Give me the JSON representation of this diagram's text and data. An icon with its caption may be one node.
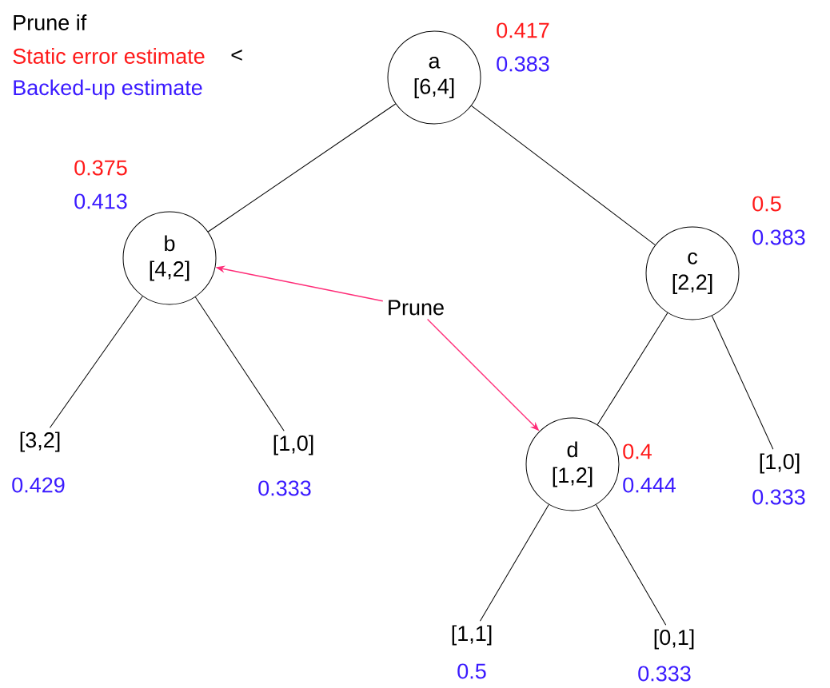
{
  "diagram": {
    "nodes": [
      {
        "text": [
          "a",
          "[6,4]"
        ],
        "beside": [
          "0.417",
          "0.383"
        ]
      },
      {
        "text": [
          "b",
          "[4,2]"
        ],
        "beside": [
          "0.375",
          "0.413"
        ]
      },
      {
        "text": [
          "c",
          "[2,2]"
        ],
        "beside": [
          "0.5",
          "0.383"
        ]
      },
      {
        "text": [
          "[3,2]"
        ],
        "beside": [
          "0.429"
        ]
      },
      {
        "text": [
          "[1,0]"
        ],
        "beside": [
          "0.333"
        ]
      },
      {
        "text": [
          "Prune"
        ]
      },
      {
        "text": [
          "d",
          "[1,2]"
        ],
        "beside": [
          "0.4",
          "0.444"
        ]
      },
      {
        "text": [
          "[1,0]"
        ],
        "beside": [
          "0.333"
        ]
      },
      {
        "text": [
          "[1,1]"
        ],
        "beside": [
          "0.5"
        ]
      },
      {
        "text": [
          "[0,1]"
        ],
        "beside": [
          "0.333"
        ]
      }
    ],
    "edges": [
      {
        "from": 0,
        "to": 1,
        "arrow": "none"
      },
      {
        "from": 0,
        "to": 2,
        "arrow": "none"
      },
      {
        "from": 1,
        "to": 3,
        "arrow": "none"
      },
      {
        "from": 1,
        "to": 4,
        "arrow": "none"
      },
      {
        "from": 2,
        "to": 6,
        "arrow": "none"
      },
      {
        "from": 2,
        "to": 7,
        "arrow": "none"
      },
      {
        "from": 6,
        "to": 8,
        "arrow": "none"
      },
      {
        "from": 6,
        "to": 9,
        "arrow": "none"
      },
      {
        "from": 5,
        "to": 1,
        "arrow": "to",
        "color": "#ff2d78"
      },
      {
        "from": 5,
        "to": 6,
        "arrow": "to",
        "color": "#ff2d78"
      }
    ],
    "labels": [
      "Prune if",
      "Static error estimate",
      "<",
      "Backed-up estimate"
    ]
  }
}
